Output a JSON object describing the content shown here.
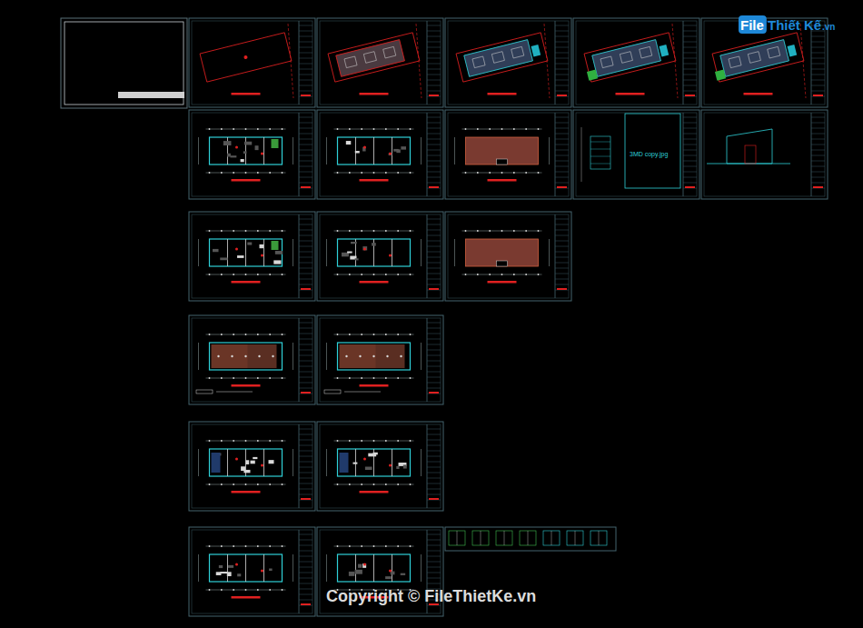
{
  "diagram": {
    "labels": [
      "File",
      "Thiết Kế",
      ".vn",
      "3MD copy.jpg",
      "Copyright © FileThietKe.vn"
    ]
  }
}
